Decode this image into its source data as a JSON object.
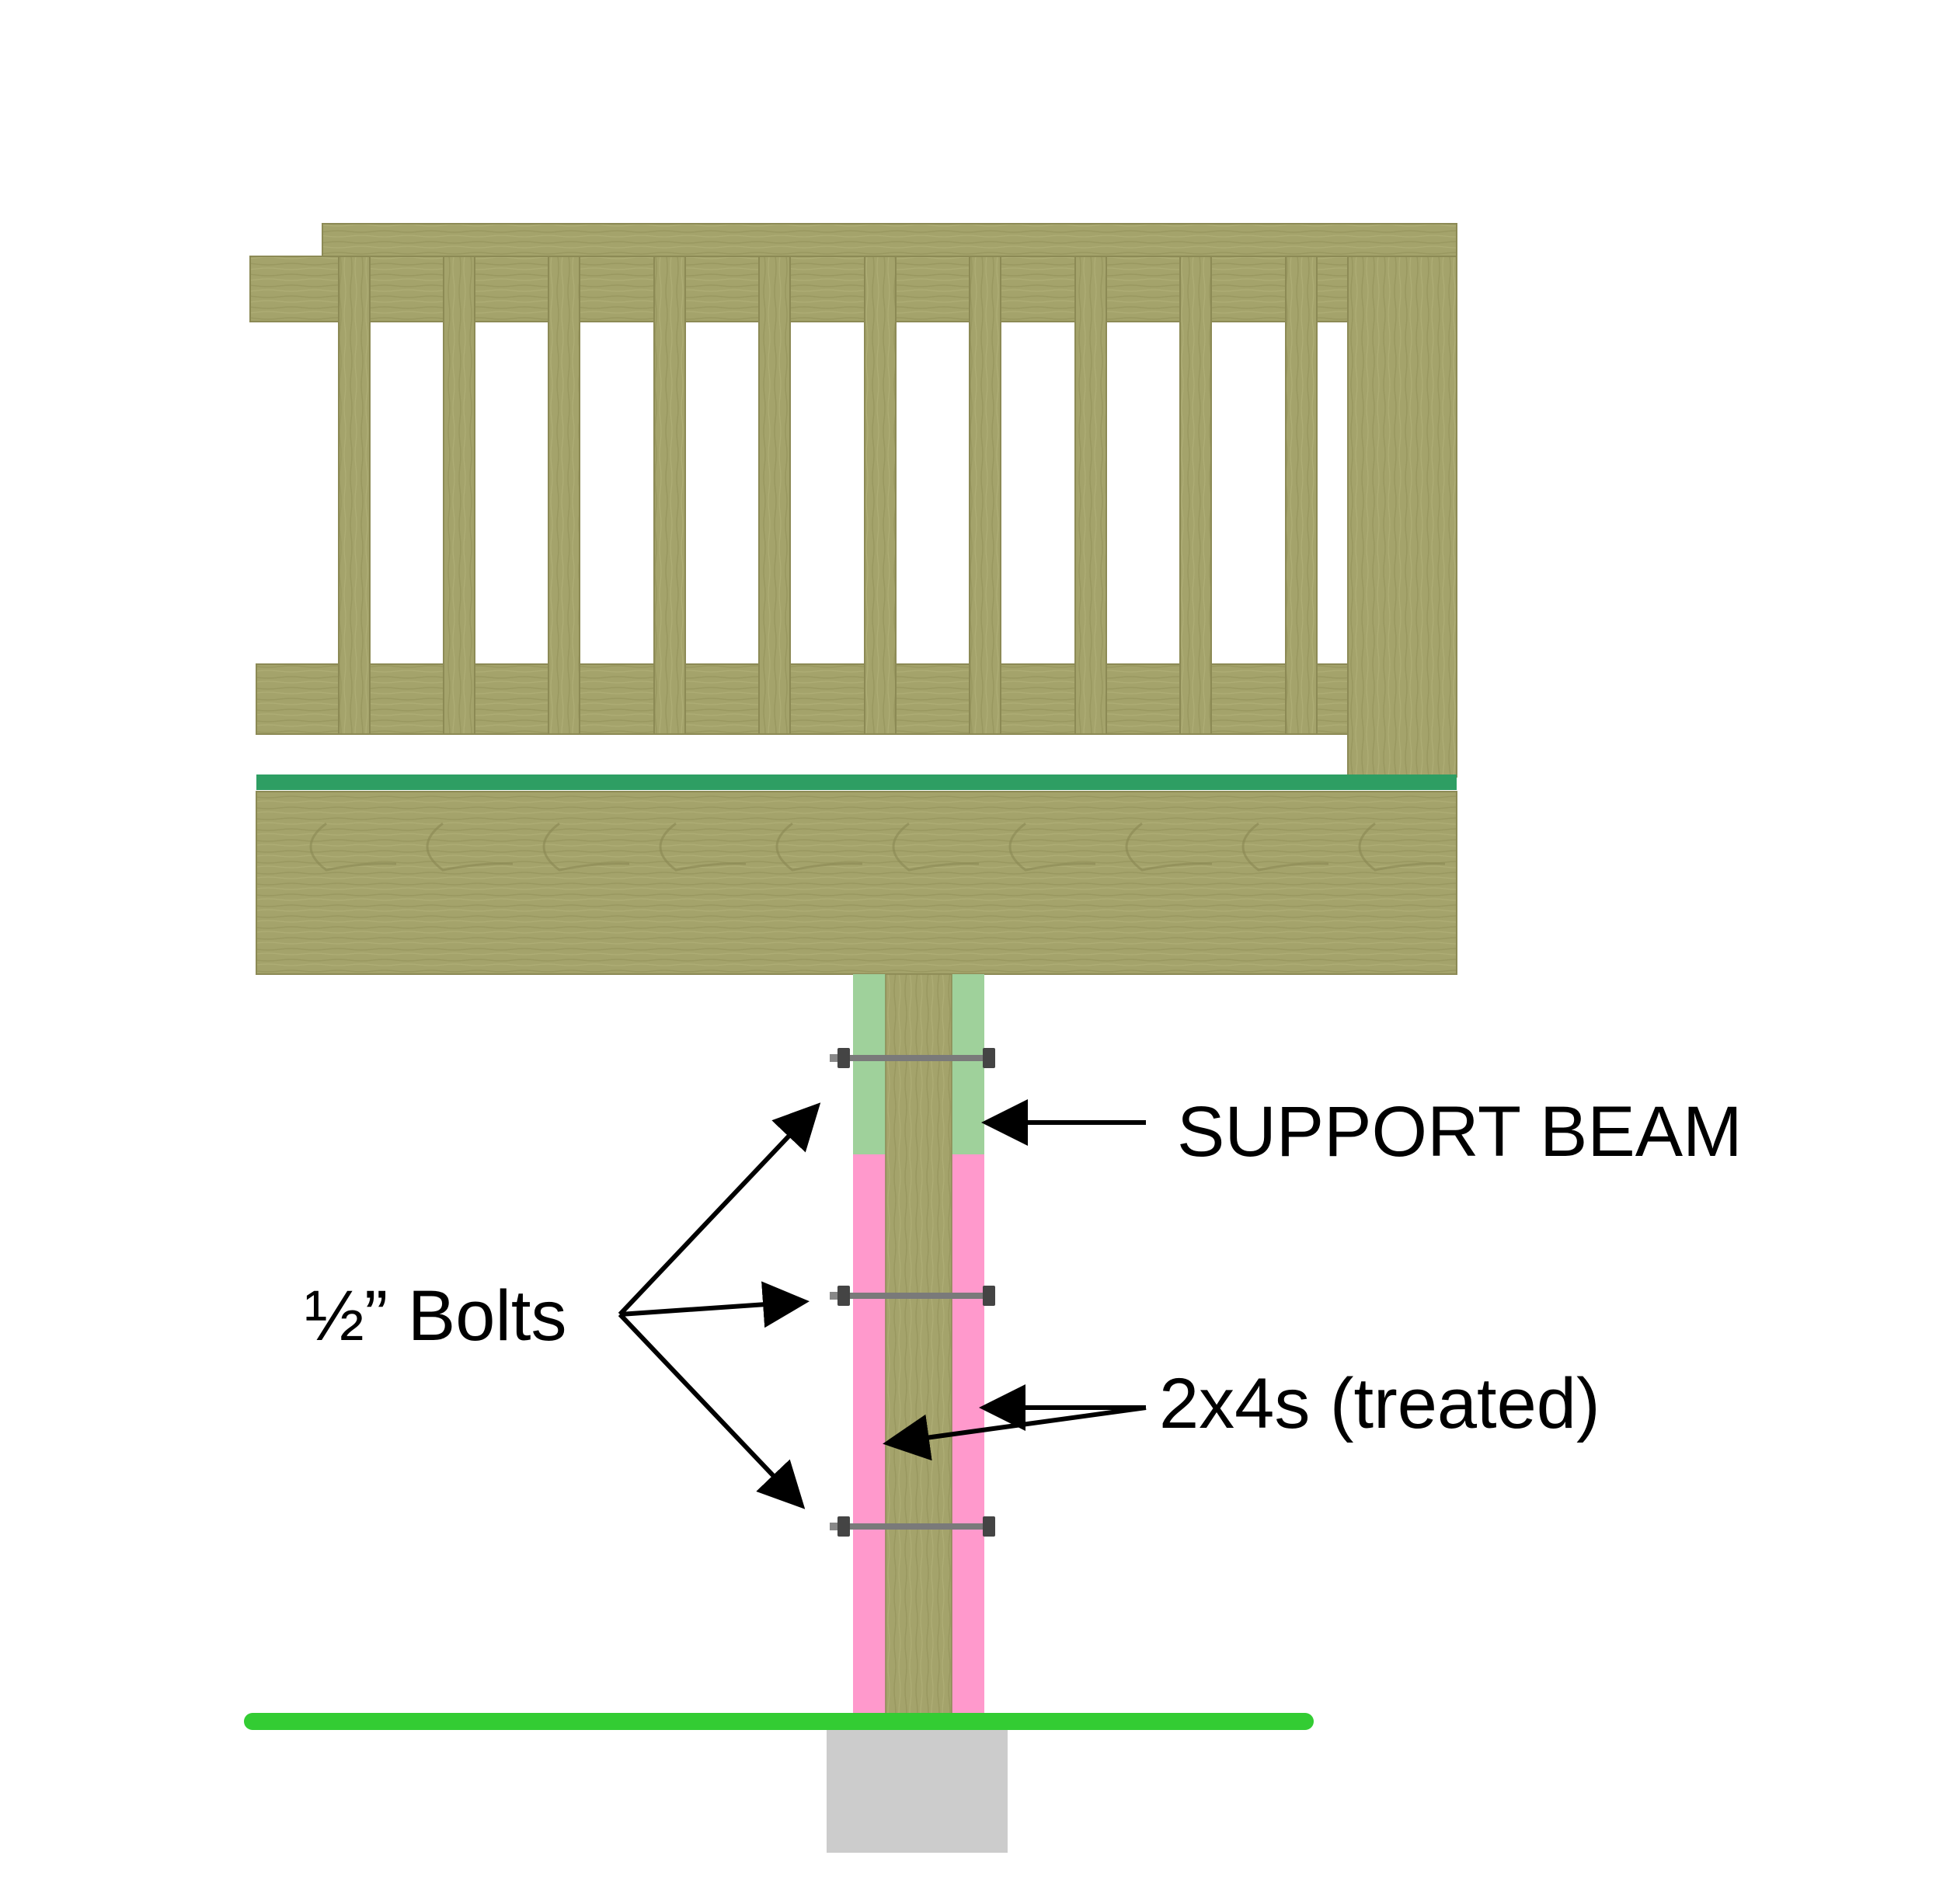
{
  "labels": {
    "support_beam": "SUPPORT BEAM",
    "bolts": "½” Bolts",
    "two_by_fours": "2x4s (treated)"
  },
  "colors": {
    "wood": "#a4a36b",
    "wood_dark": "#8c8a55",
    "wood_light": "#b3b27c",
    "deck_line": "#2e9e63",
    "ground_line": "#33cc33",
    "support_beam_highlight": "#9fd19b",
    "two_by_four_highlight": "#ff99cc",
    "footing": "#cccccc",
    "bolt": "#555555",
    "arrow": "#000000"
  },
  "icons": {
    "bolt": "hex-bolt-icon",
    "arrow": "arrow-icon"
  }
}
